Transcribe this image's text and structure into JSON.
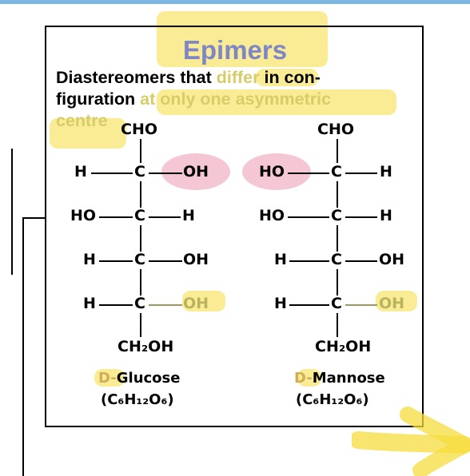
{
  "title": "Epimers",
  "definition": {
    "part1": "Diastereomers that ",
    "part2": "differ",
    "part3": " in con-",
    "part4": "figuration ",
    "part5": "at only one asymmetric",
    "part6": "centre"
  },
  "glucose": {
    "top": "CHO",
    "rows": [
      {
        "left": "H",
        "right": "OH"
      },
      {
        "left": "HO",
        "right": "H"
      },
      {
        "left": "H",
        "right": "OH"
      },
      {
        "left": "H",
        "right": "OH"
      }
    ],
    "bottom": "CH₂OH",
    "name_prefix": "D-",
    "name": "Glucose",
    "formula": "(C₆H₁₂O₆)"
  },
  "mannose": {
    "top": "CHO",
    "rows": [
      {
        "left": "HO",
        "right": "H"
      },
      {
        "left": "HO",
        "right": "H"
      },
      {
        "left": "H",
        "right": "OH"
      },
      {
        "left": "H",
        "right": "OH"
      }
    ],
    "bottom": "CH₂OH",
    "name_prefix": "D-",
    "name": "Mannose",
    "formula": "(C₆H₁₂O₆)"
  },
  "carbon_label": "C",
  "colors": {
    "title": "#7f86c6",
    "highlight_yellow": "#f5dc3e",
    "highlight_pink": "#f2b3c4",
    "top_line": "#7bb7e0"
  }
}
